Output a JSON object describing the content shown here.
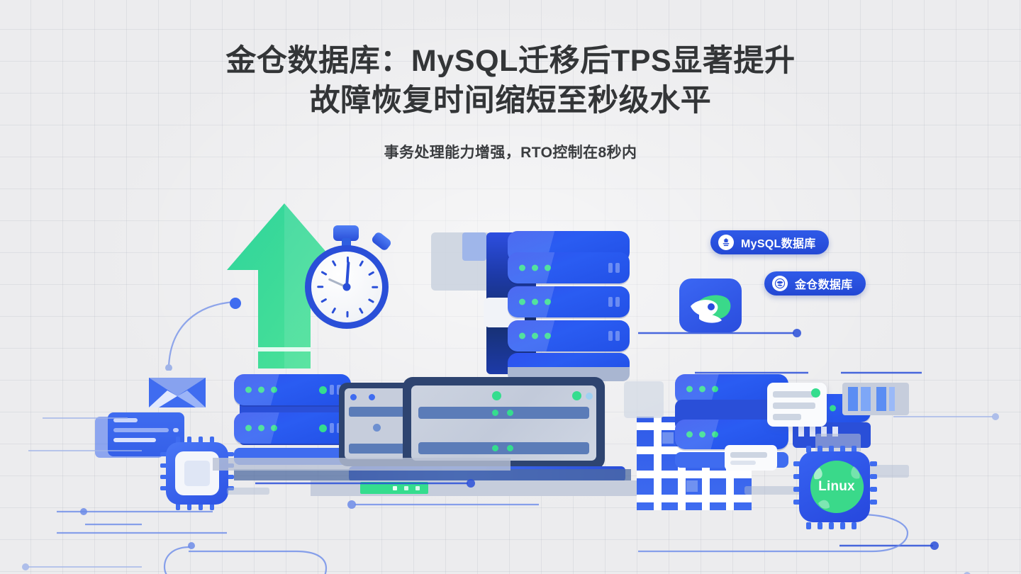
{
  "page": {
    "background_color": "#ececee",
    "grid_color": "#949ba8"
  },
  "header": {
    "title_line1": "金仓数据库：MySQL迁移后TPS显著提升",
    "title_line2": "故障恢复时间缩短至秒级水平",
    "title_color": "#333537",
    "subtitle": "事务处理能力增强，RTO控制在8秒内",
    "subtitle_color": "#3a3c3f"
  },
  "badges": [
    {
      "label": "MySQL数据库",
      "icon": "mysql-logo-icon",
      "bg_color": "#2a4fd8"
    },
    {
      "label": "金仓数据库",
      "icon": "kingbase-logo-icon",
      "bg_color": "#2a4fd8"
    }
  ],
  "illustration": {
    "accent_blue": "#2a4fd8",
    "accent_green": "#35dd8e",
    "navy": "#2b3d66",
    "steel": "#c6cddc",
    "linux_label": "Linux",
    "linux_blob_color": "#3ad98a",
    "kingbase_tile_color": "#3b67f4",
    "arrow_color": "#3ad98a",
    "stopwatch_color": "#2a4fd8",
    "elements": [
      "up-arrow",
      "stopwatch",
      "server-stack-center",
      "server-stack-left",
      "server-rack-right",
      "cpu-chip",
      "laptop-monitor",
      "data-card-panels",
      "grid-lattice",
      "linux-chip",
      "kingbase-logo-tile",
      "circuit-traces",
      "bar-blocks"
    ]
  }
}
